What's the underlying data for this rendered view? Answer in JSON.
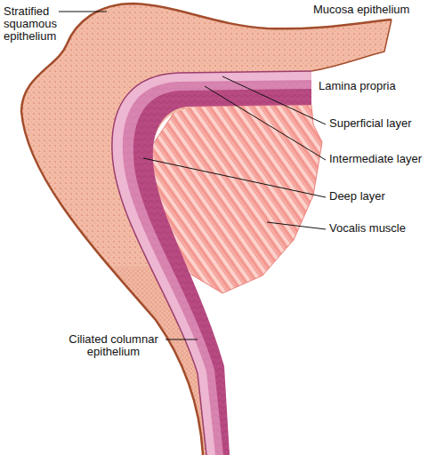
{
  "diagram": {
    "labels": [
      "Stratified squamous epithelium",
      "Mucosa epithelium",
      "Lamina propria",
      "Superficial layer",
      "Intermediate layer",
      "Deep layer",
      "Vocalis muscle",
      "Ciliated columnar epithelium"
    ]
  }
}
